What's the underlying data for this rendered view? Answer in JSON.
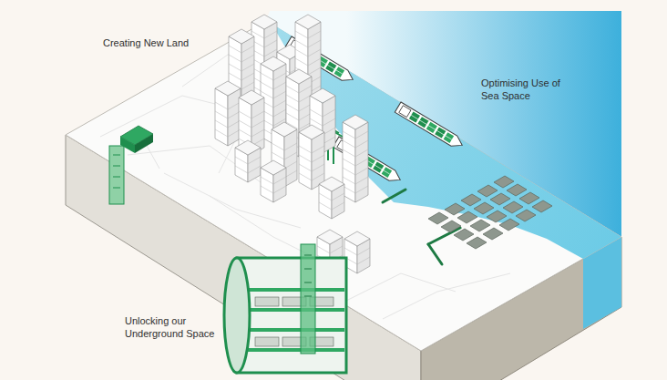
{
  "diagram": {
    "labels": [
      "Creating New Land",
      "Optimising Use of Sea Space",
      "Unlocking our Underground Space"
    ]
  }
}
